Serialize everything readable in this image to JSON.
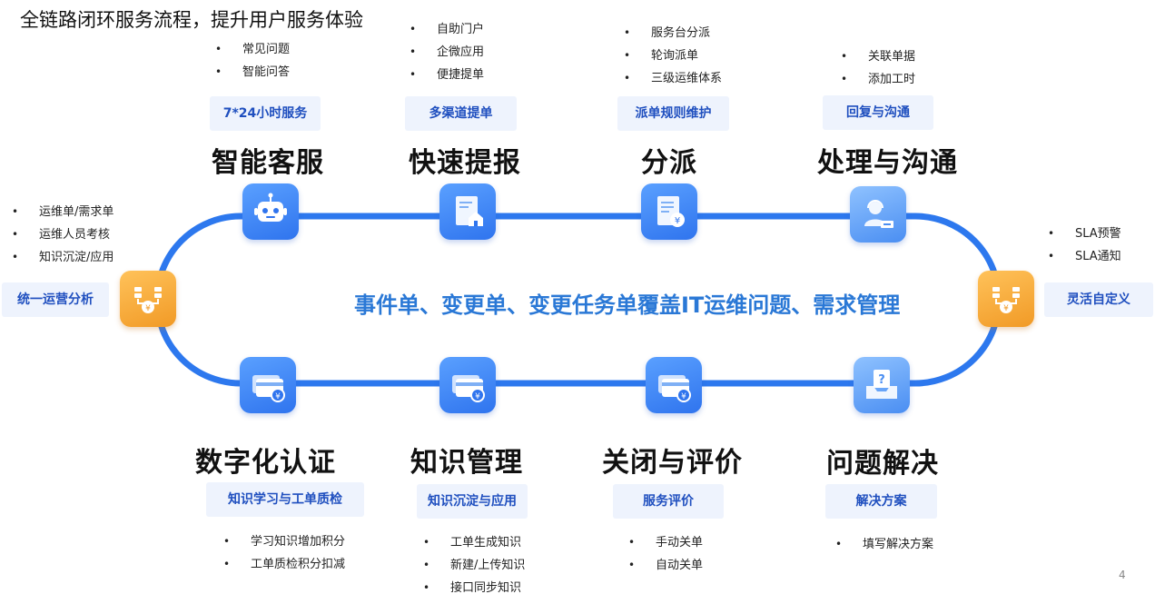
{
  "title": "全链路闭环服务流程，提升用户服务体验",
  "center_text": "事件单、变更单、变更任务单覆盖IT运维问题、需求管理",
  "page_number": "4",
  "colors": {
    "loop": "#2d78ee",
    "pill_bg": "#eef3fd",
    "pill_text": "#1f4fbf",
    "center_text": "#2a78d6",
    "side_icon": "#f3a233"
  },
  "top_stages": [
    {
      "title": "智能客服",
      "pill": "7*24小时服务",
      "bullets": [
        "常见问题",
        "智能问答"
      ],
      "icon": "robot-icon"
    },
    {
      "title": "快速提报",
      "pill": "多渠道提单",
      "bullets": [
        "自助门户",
        "企微应用",
        "便捷提单"
      ],
      "icon": "document-house-icon"
    },
    {
      "title": "分派",
      "pill": "派单规则维护",
      "bullets": [
        "服务台分派",
        "轮询派单",
        "三级运维体系"
      ],
      "icon": "document-coin-icon"
    },
    {
      "title": "处理与沟通",
      "pill": "回复与沟通",
      "bullets": [
        "关联单据",
        "添加工时"
      ],
      "icon": "agent-icon"
    }
  ],
  "bottom_stages": [
    {
      "title": "数字化认证",
      "pill": "知识学习与工单质检",
      "bullets": [
        "学习知识增加积分",
        "工单质检积分扣减"
      ],
      "icon": "card-coin-icon"
    },
    {
      "title": "知识管理",
      "pill": "知识沉淀与应用",
      "bullets": [
        "工单生成知识",
        "新建/上传知识",
        "接口同步知识"
      ],
      "icon": "card-coin-icon"
    },
    {
      "title": "关闭与评价",
      "pill": "服务评价",
      "bullets": [
        "手动关单",
        "自动关单"
      ],
      "icon": "card-coin-icon"
    },
    {
      "title": "问题解决",
      "pill": "解决方案",
      "bullets": [
        "填写解决方案"
      ],
      "icon": "question-box-icon"
    }
  ],
  "left_side": {
    "pill": "统一运营分析",
    "bullets": [
      "运维单/需求单",
      "运维人员考核",
      "知识沉淀/应用"
    ],
    "icon": "coin-server-icon"
  },
  "right_side": {
    "pill": "灵活自定义",
    "bullets": [
      "SLA预警",
      "SLA通知"
    ],
    "icon": "coin-server-icon"
  }
}
